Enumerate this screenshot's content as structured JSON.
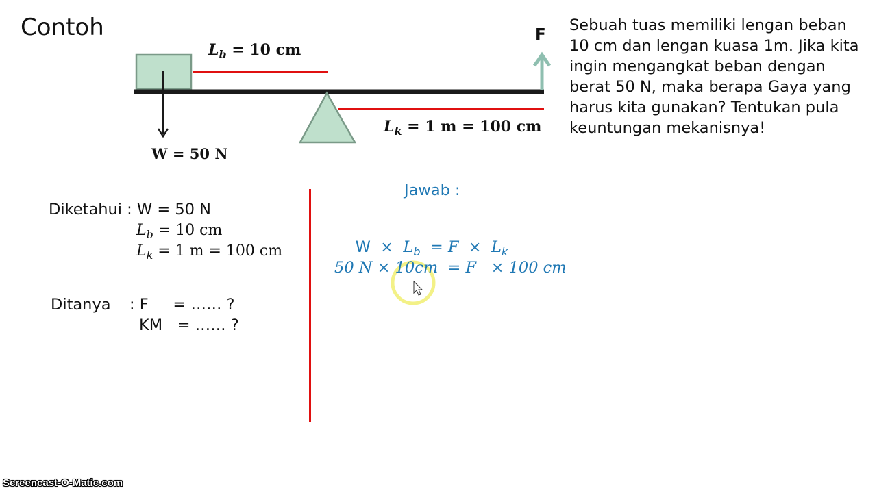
{
  "slide": {
    "title": "Contoh"
  },
  "diagram": {
    "lb_label": "L",
    "lb_sub": "b",
    "lb_value": " = 10 cm",
    "weight_label": "W = 50 N",
    "lk_label": "L",
    "lk_sub": "k",
    "lk_value": " = 1 m = 100 cm",
    "force_label": "F",
    "colors": {
      "block_fill": "#bfe0cc",
      "fulcrum_fill": "#bfe0cc",
      "beam": "#1a1a1a",
      "arm_lines": "#e01010",
      "force_arrow": "#8fbfb0"
    }
  },
  "problem": {
    "text": "Sebuah tuas memiliki lengan beban 10 cm dan lengan kuasa 1m. Jika kita ingin mengangkat beban dengan berat 50 N, maka berapa Gaya yang harus kita gunakan? Tentukan pula keuntungan mekanisnya!"
  },
  "known": {
    "label": "Diketahui : W = 50 N",
    "lb_sym": "L",
    "lb_sub": "b",
    "lb_value": " = 10 cm",
    "lk_sym": "L",
    "lk_sub": "k",
    "lk_value": " = 1 m = 100 cm"
  },
  "asked": {
    "label": "Ditanya",
    "f_line": ": F     = …… ?",
    "km_line": "KM   = …… ?"
  },
  "answer": {
    "label": "Jawab :",
    "eq1_w": "W",
    "eq1_times": "  ×  ",
    "eq1_lb": "L",
    "eq1_lb_sub": "b",
    "eq1_mid": "  = F  ×  ",
    "eq1_lk": "L",
    "eq1_lk_sub": "k",
    "eq2": "50 N × 10cm  = F   × 100 cm",
    "color": "#1f78b4"
  },
  "cursor": {
    "highlight_color": "#f2ef7a"
  },
  "watermark": {
    "text": "Screencast-O-Matic.com"
  }
}
